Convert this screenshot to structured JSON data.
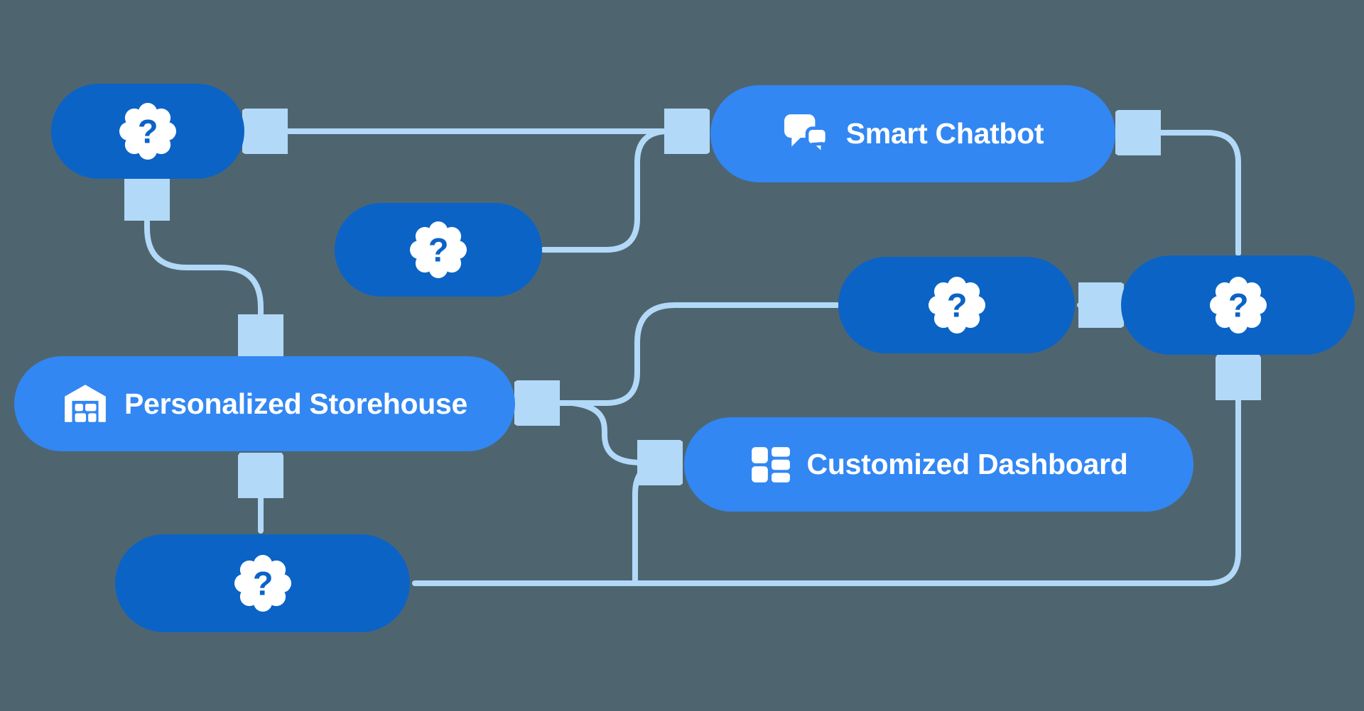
{
  "diagram": {
    "colors": {
      "background": "#4e6570",
      "dark_node": "#0b63c6",
      "light_node": "#3287f2",
      "wire": "#b3d9f8",
      "text": "#ffffff"
    },
    "nodes": [
      {
        "id": "placeholder-a",
        "kind": "placeholder",
        "label": "?",
        "icon": "question-badge"
      },
      {
        "id": "smart-chatbot",
        "kind": "feature",
        "label": "Smart Chatbot",
        "icon": "chat-bubbles"
      },
      {
        "id": "placeholder-b",
        "kind": "placeholder",
        "label": "?",
        "icon": "question-badge"
      },
      {
        "id": "placeholder-c",
        "kind": "placeholder",
        "label": "?",
        "icon": "question-badge"
      },
      {
        "id": "placeholder-d",
        "kind": "placeholder",
        "label": "?",
        "icon": "question-badge"
      },
      {
        "id": "personalized-storehouse",
        "kind": "feature",
        "label": "Personalized Storehouse",
        "icon": "warehouse"
      },
      {
        "id": "customized-dashboard",
        "kind": "feature",
        "label": "Customized Dashboard",
        "icon": "dashboard-grid"
      },
      {
        "id": "placeholder-e",
        "kind": "placeholder",
        "label": "?",
        "icon": "question-badge"
      }
    ],
    "connections": [
      {
        "from": "placeholder-a",
        "to": "smart-chatbot",
        "direction": "bidirectional"
      },
      {
        "from": "placeholder-b",
        "to": "smart-chatbot",
        "direction": "one-way"
      },
      {
        "from": "placeholder-c",
        "to": "personalized-storehouse",
        "direction": "one-way"
      },
      {
        "from": "placeholder-c",
        "to": "customized-dashboard",
        "direction": "one-way",
        "note": "branch of storehouse line"
      },
      {
        "from": "placeholder-c",
        "to": "placeholder-d",
        "direction": "one-way"
      },
      {
        "from": "placeholder-a",
        "to": "personalized-storehouse",
        "direction": "bidirectional"
      },
      {
        "from": "placeholder-e",
        "to": "personalized-storehouse",
        "direction": "one-way"
      },
      {
        "from": "placeholder-e",
        "to": "placeholder-d",
        "direction": "one-way"
      },
      {
        "from": "placeholder-e",
        "to": "customized-dashboard",
        "direction": "one-way",
        "note": "riser from bottom bus"
      },
      {
        "from": "placeholder-d",
        "to": "smart-chatbot",
        "direction": "one-way"
      }
    ]
  }
}
